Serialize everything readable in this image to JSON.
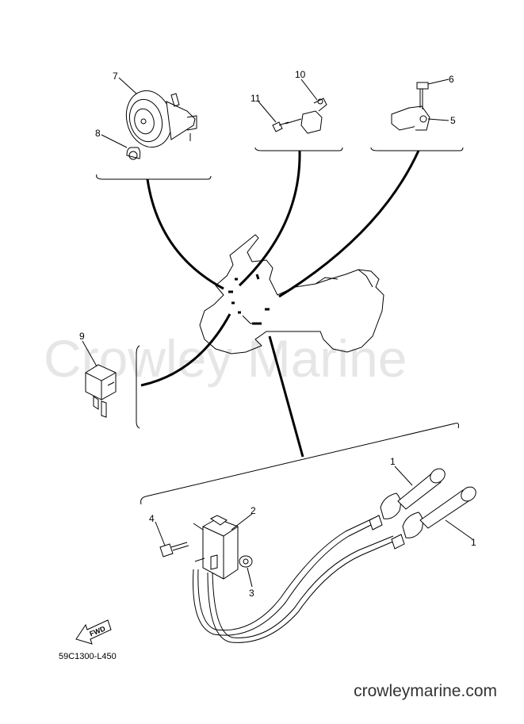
{
  "watermark": "Crowley Marine",
  "website": "crowleymarine.com",
  "part_code": "59C1300-L450",
  "fwd_label": "FWD",
  "callouts": {
    "c1a": "1",
    "c1b": "1",
    "c2": "2",
    "c3": "3",
    "c4": "4",
    "c5": "5",
    "c6": "6",
    "c7": "7",
    "c8": "8",
    "c9": "9",
    "c10": "10",
    "c11": "11"
  }
}
